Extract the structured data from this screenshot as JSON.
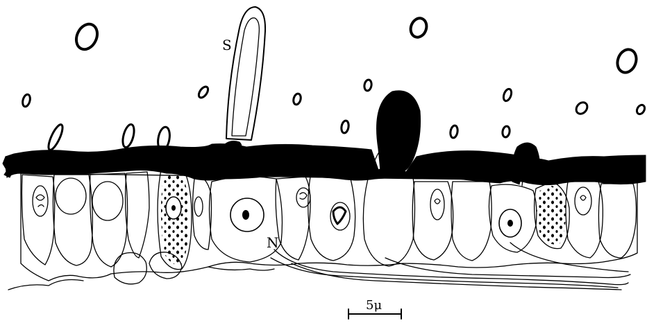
{
  "labels": {
    "sensory_hair": "S",
    "nerve_cell": "N"
  },
  "scale_bar": {
    "label": "5μ"
  }
}
